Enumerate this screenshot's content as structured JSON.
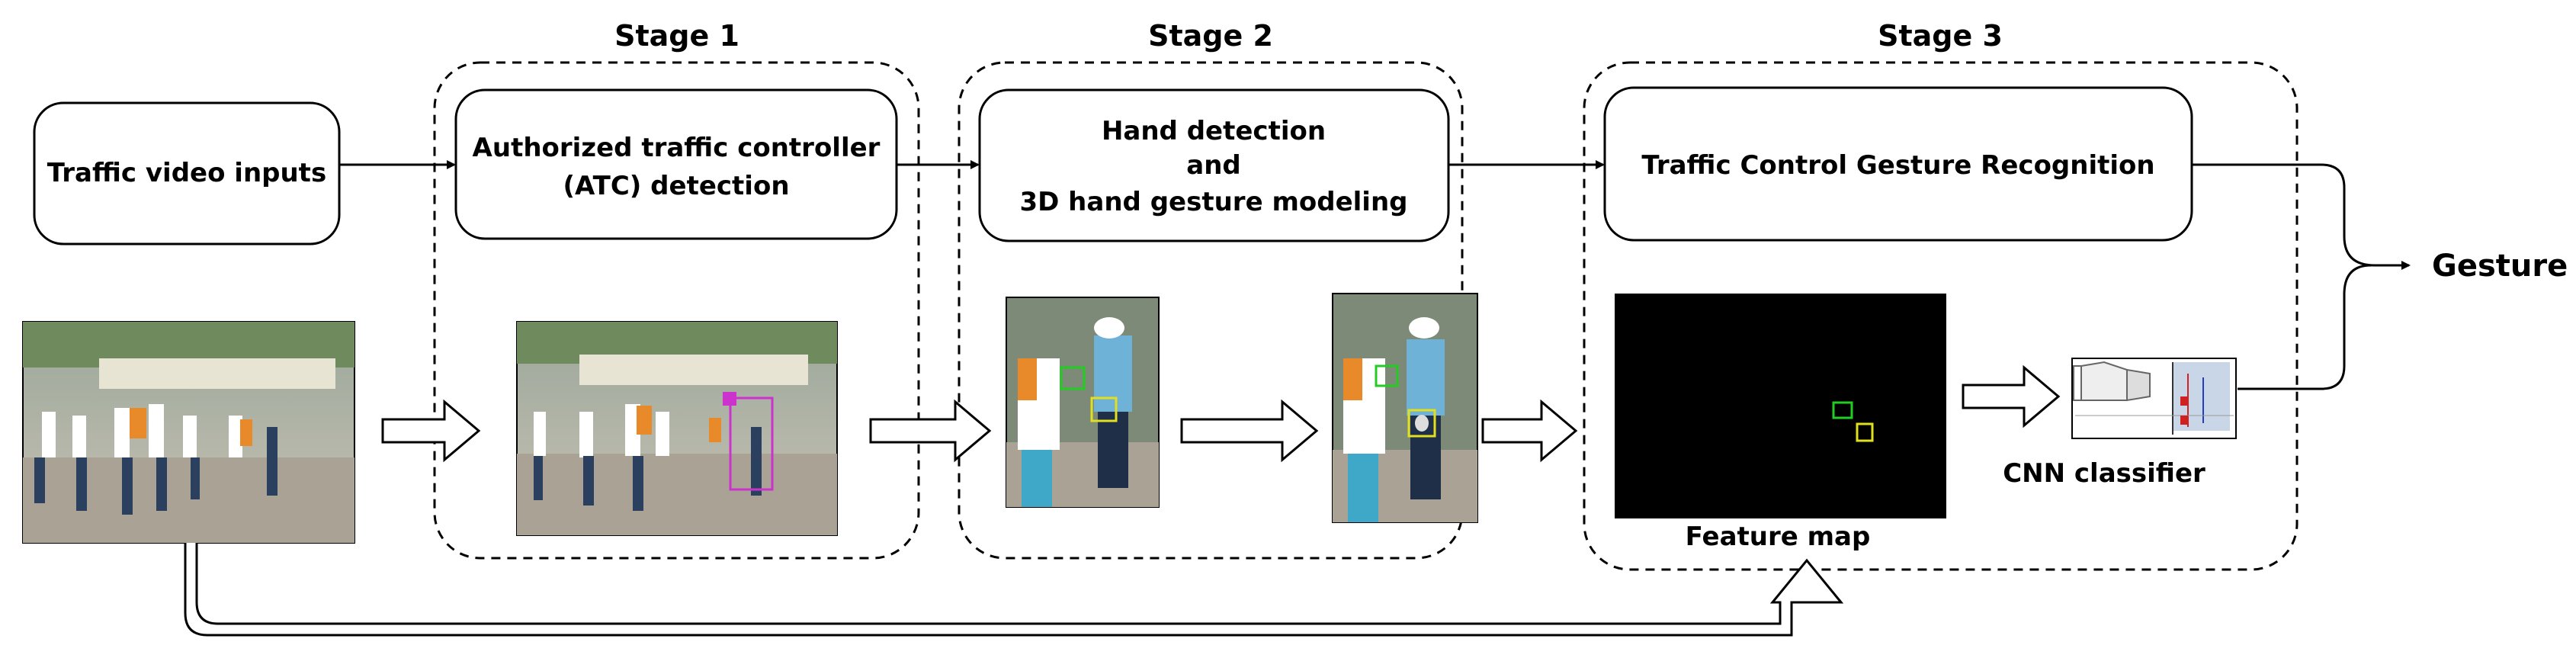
{
  "stages": {
    "stage1": "Stage 1",
    "stage2": "Stage 2",
    "stage3": "Stage 3"
  },
  "boxes": {
    "input": "Traffic video inputs",
    "atc_line1": "Authorized traffic controller",
    "atc_line2": "(ATC) detection",
    "hand_line1": "Hand detection",
    "hand_line2": "and",
    "hand_line3": "3D hand gesture modeling",
    "recognition": "Traffic Control Gesture Recognition"
  },
  "labels": {
    "output": "Gesture",
    "feature_map": "Feature map",
    "cnn": "CNN classifier"
  },
  "colors": {
    "person_box": "#cc33cc",
    "hand_box_green": "#22cc22",
    "hand_box_yellow": "#e0e020",
    "feature_map_bg": "#000000"
  }
}
